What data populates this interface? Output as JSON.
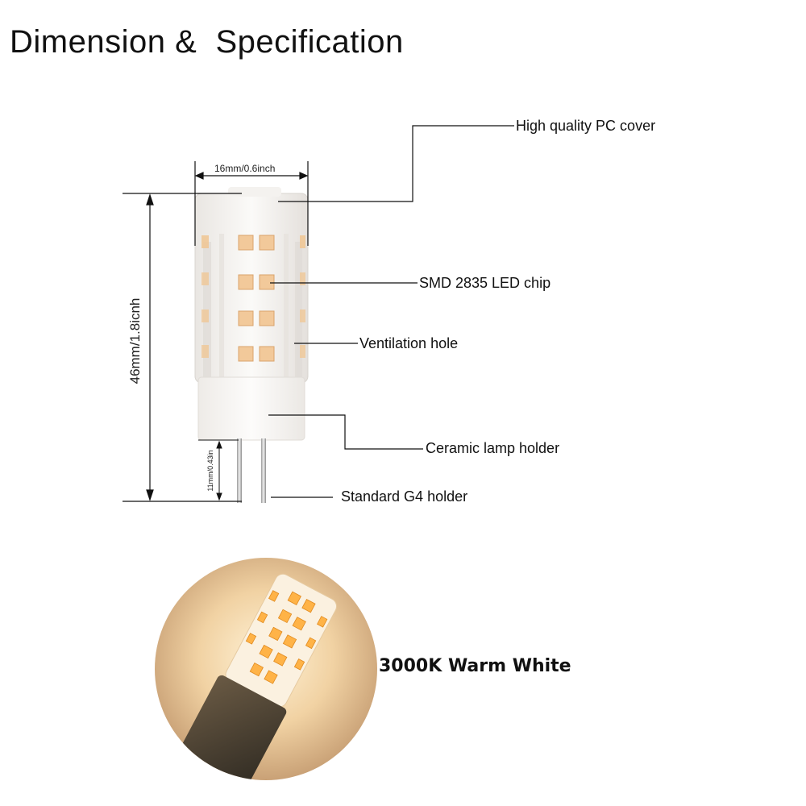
{
  "title": "Dimension &  Specification",
  "dimensions": {
    "width": "16mm/0.6inch",
    "height": "46mm/1.8icnh",
    "pin_length": "11mm/0.43in"
  },
  "callouts": {
    "pc_cover": "High quality PC cover",
    "led_chip": "SMD 2835 LED chip",
    "ventilation": "Ventilation hole",
    "ceramic_holder": "Ceramic lamp holder",
    "g4_holder": "Standard G4 holder"
  },
  "color_temperature_label": "3000K Warm White",
  "colors": {
    "led_chip": "#f2c99a",
    "glow": "#e8b777",
    "lines": "#111111"
  }
}
